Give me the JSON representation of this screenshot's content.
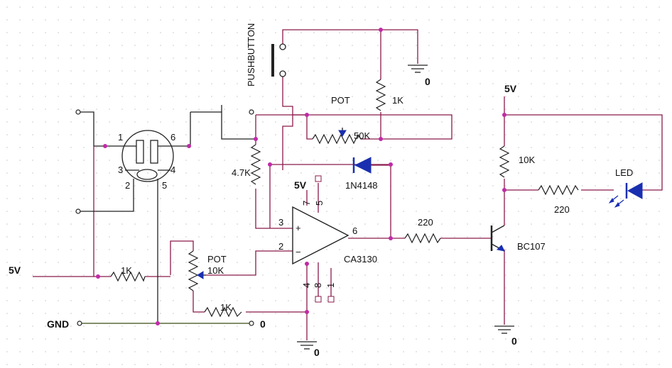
{
  "colors": {
    "wire": "#8b1a4a",
    "component": "#222222",
    "ground_rail": "#5a6a3a",
    "node_dot": "#c02aa8",
    "diode_fill": "#1a2fb0",
    "grid_dot": "#c8c8c8"
  },
  "labels": {
    "pushbutton": "PUSHBUTTON",
    "gnd0_top": "0",
    "pot1": "POT",
    "r_1k_top": "1K",
    "pot1_value": "50K",
    "vcc_right": "5V",
    "r_10k": "10K",
    "led": "LED",
    "r_220_led": "220",
    "r_4k7": "4.7K",
    "diode": "1N4148",
    "vcc_opamp": "5V",
    "opamp_pin7": "7",
    "opamp_pin5": "5",
    "opamp_pin3": "3",
    "opamp_pin2": "2",
    "opamp_pin6": "6",
    "opamp_pin4": "4",
    "opamp_pin8": "8",
    "opamp_pin1": "1",
    "plus": "+",
    "minus": "−",
    "opamp": "CA3130",
    "r_220_base": "220",
    "transistor": "BC107",
    "pot2": "POT",
    "pot2_value": "10K",
    "r_1k_left": "1K",
    "r_1k_bottom": "1K",
    "vcc_left": "5V",
    "gnd_label": "GND",
    "gnd_rail_end": "0",
    "gnd0_opamp": "0",
    "gnd0_transistor": "0",
    "sensor_pin1": "1",
    "sensor_pin2": "2",
    "sensor_pin3": "3",
    "sensor_pin4": "4",
    "sensor_pin5": "5",
    "sensor_pin6": "6"
  }
}
